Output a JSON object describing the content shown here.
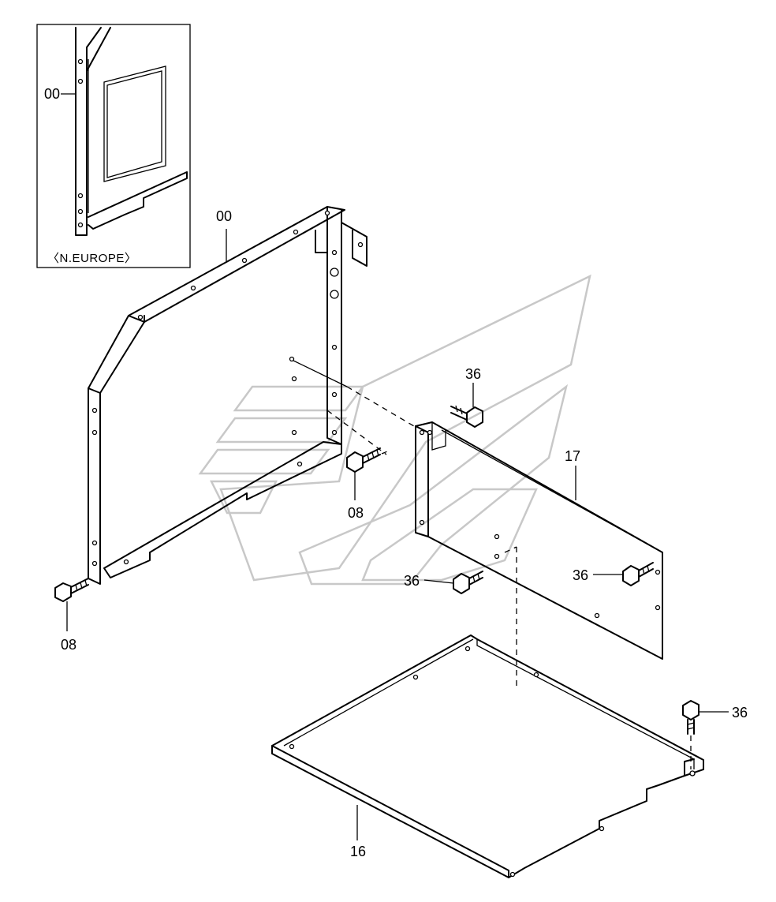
{
  "inset": {
    "caption": "〈N.EUROPE〉",
    "part_label": "00"
  },
  "parts": {
    "frame": "00",
    "bolt_left_bottom": "08",
    "bolt_center": "08",
    "bolt_top": "36",
    "side_panel": "17",
    "bolt_panel_left": "36",
    "bolt_panel_right": "36",
    "bolt_bottom_right": "36",
    "base_plate": "16"
  },
  "colors": {
    "line": "#000000",
    "watermark": "#c8c8c8",
    "background": "#ffffff"
  }
}
